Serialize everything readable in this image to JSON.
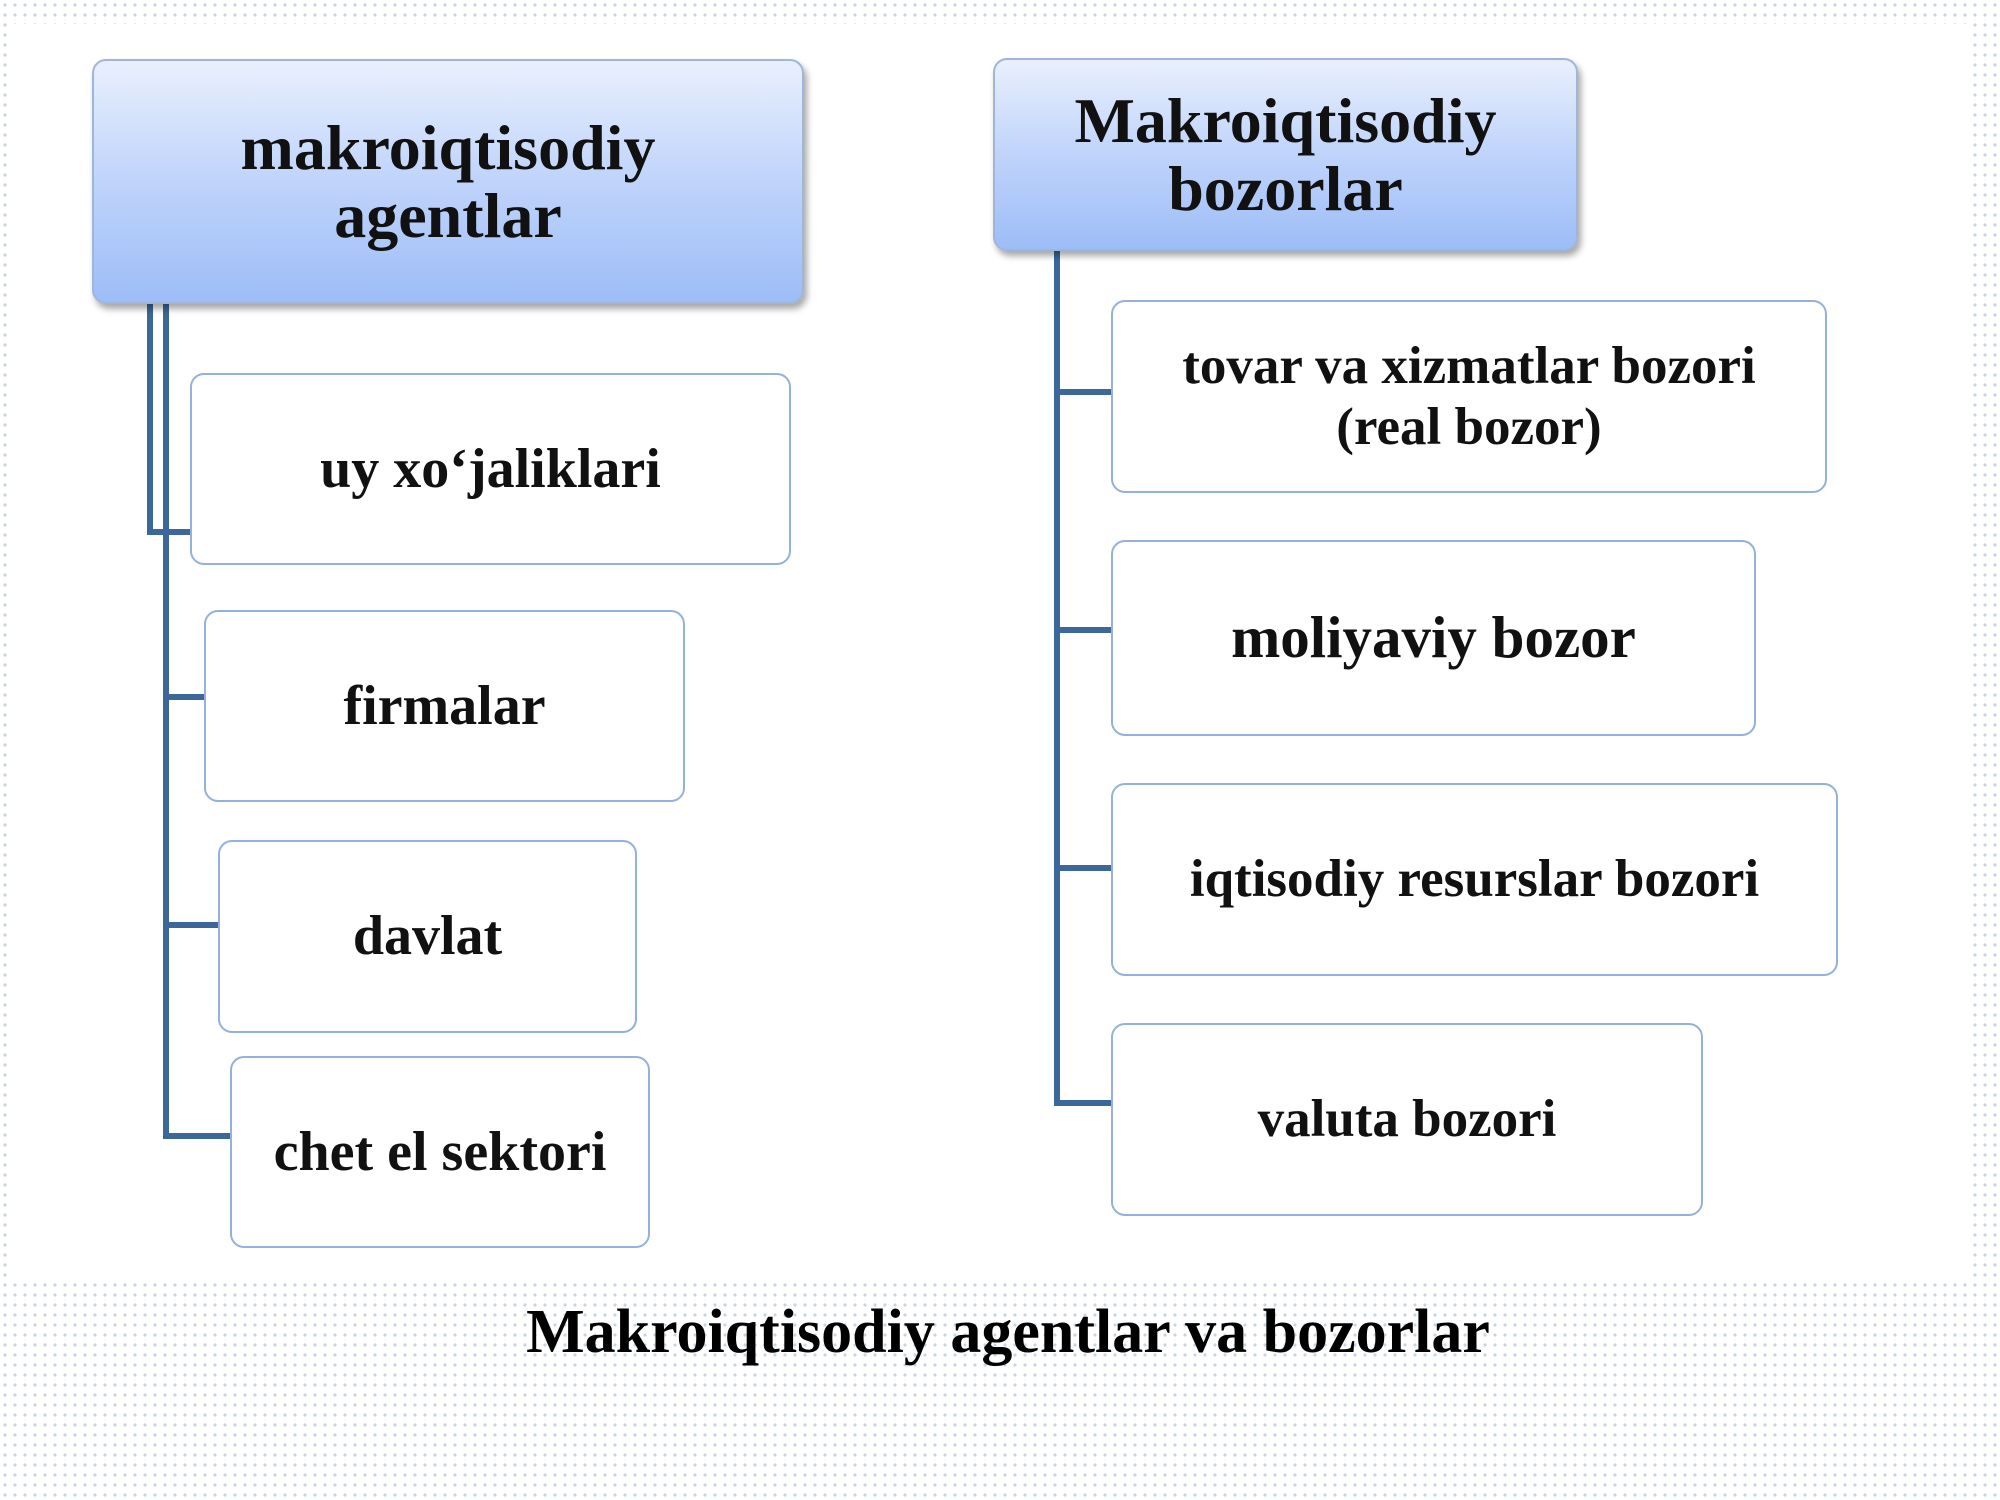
{
  "colors": {
    "connector": "#3c679a",
    "box_border": "#93b1dc",
    "header_gradient_top": "#e9f0fd",
    "header_gradient_bottom": "#9dbdf7"
  },
  "agents": {
    "header": "makroiqtisodiy\nagentlar",
    "items": [
      "uy xo‘jaliklari",
      "firmalar",
      "davlat",
      "chet el sektori"
    ]
  },
  "markets": {
    "header": "Makroiqtisodiy\nbozorlar",
    "items": [
      "tovar va xizmatlar bozori\n(real bozor)",
      "moliyaviy bozor",
      "iqtisodiy resurslar bozori",
      "valuta bozori"
    ]
  },
  "caption": "Makroiqtisodiy agentlar va bozorlar"
}
